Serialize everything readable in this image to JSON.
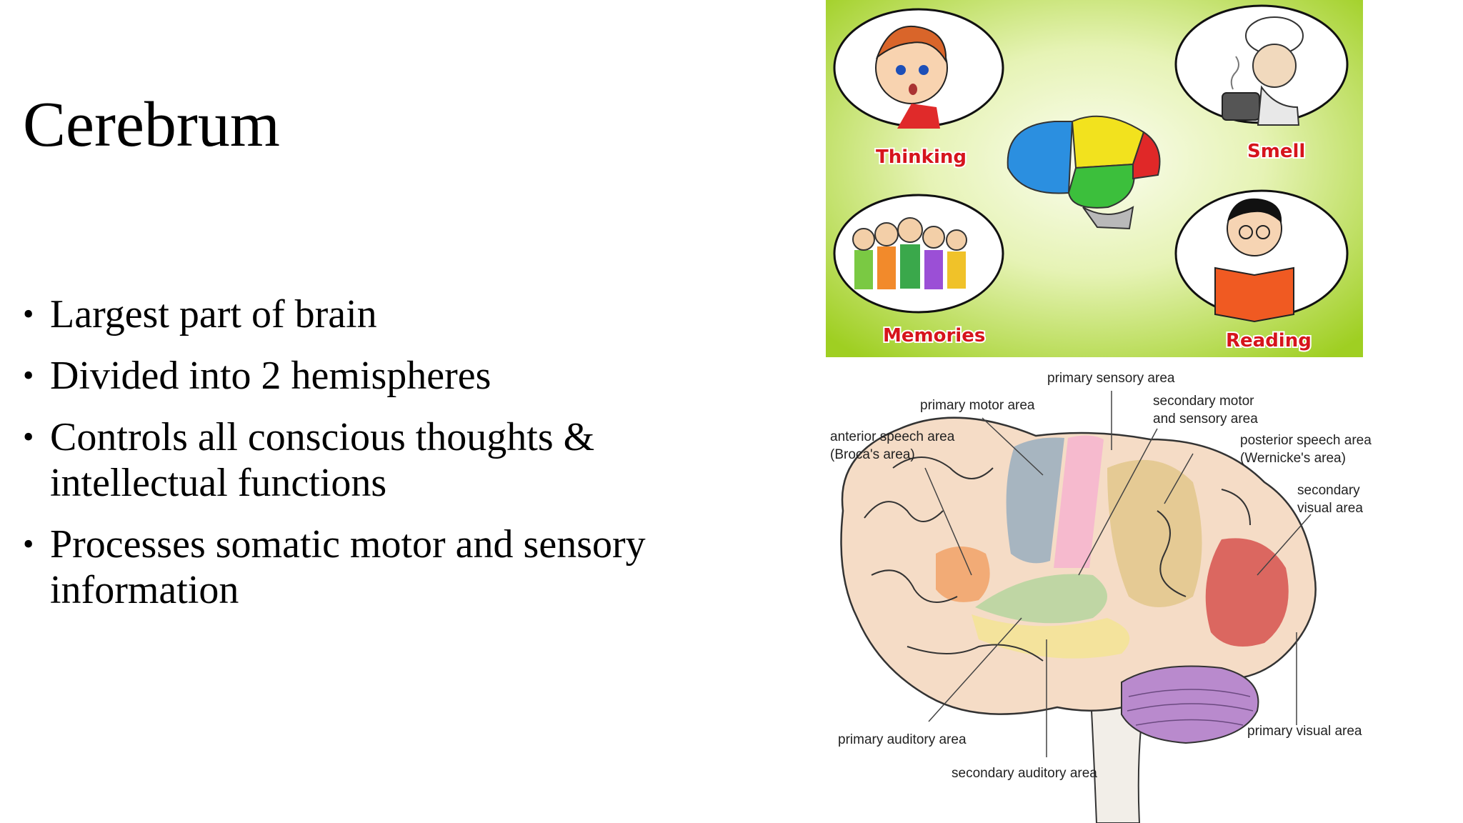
{
  "slide": {
    "title": "Cerebrum",
    "bullets": [
      "Largest part of brain",
      "Divided into 2 hemispheres",
      "Controls all conscious thoughts & intellectual functions",
      "Processes somatic motor and sensory information"
    ],
    "bullet_marker": "•"
  },
  "functions_image": {
    "captions": {
      "thinking": "Thinking",
      "smell": "Smell",
      "memories": "Memories",
      "reading": "Reading"
    },
    "colors": {
      "background_center": "#f7fbe6",
      "background_edge": "#a4d22a",
      "caption": "#d6141c"
    }
  },
  "brain_diagram": {
    "labels": {
      "primary_sensory": "primary sensory area",
      "primary_motor": "primary motor area",
      "secondary_motor_1": "secondary motor",
      "secondary_motor_2": "and sensory area",
      "anterior_speech_1": "anterior speech area",
      "anterior_speech_2": "(Broca's area)",
      "posterior_speech_1": "posterior speech area",
      "posterior_speech_2": "(Wernicke's area)",
      "secondary_visual_1": "secondary",
      "secondary_visual_2": "visual area",
      "primary_auditory": "primary auditory area",
      "secondary_auditory": "secondary auditory area",
      "primary_visual": "primary visual area"
    },
    "colors": {
      "cortex": "#f5dcc6",
      "motor": "#9fb0bf",
      "sensory": "#f6b7cf",
      "secondary_motor": "#e3c88e",
      "broca": "#f1a872",
      "auditory": "#f3e39a",
      "secondary_auditory": "#b9d5a0",
      "visual": "#d9605b",
      "cerebellum": "#b98acd"
    }
  }
}
